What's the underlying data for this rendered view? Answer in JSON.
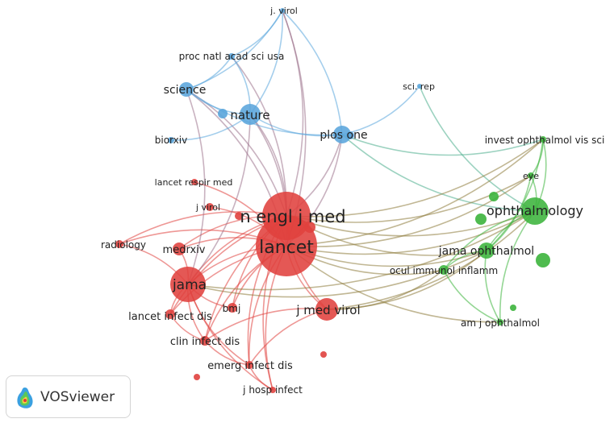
{
  "app": {
    "brand": "VOSviewer"
  },
  "colors": {
    "red": "#e0413e",
    "blue": "#5aa5dc",
    "green": "#3cb43c"
  },
  "nodes": [
    {
      "id": "lancet",
      "label": "lancet",
      "cluster": "red"
    },
    {
      "id": "nejm",
      "label": "n engl j med",
      "cluster": "red"
    },
    {
      "id": "jama",
      "label": "jama",
      "cluster": "red"
    },
    {
      "id": "jmedvirol",
      "label": "j med virol",
      "cluster": "red"
    },
    {
      "id": "lancetrespir",
      "label": "lancet respir med",
      "cluster": "red"
    },
    {
      "id": "jvirol_red",
      "label": "j virol",
      "cluster": "red"
    },
    {
      "id": "radiology",
      "label": "radiology",
      "cluster": "red"
    },
    {
      "id": "medrxiv",
      "label": "medrxiv",
      "cluster": "red"
    },
    {
      "id": "lancetinfect",
      "label": "lancet infect dis",
      "cluster": "red"
    },
    {
      "id": "bmj",
      "label": "bmj",
      "cluster": "red"
    },
    {
      "id": "clininfect",
      "label": "clin infect dis",
      "cluster": "red"
    },
    {
      "id": "emerginfect",
      "label": "emerg infect dis",
      "cluster": "red"
    },
    {
      "id": "jhosp",
      "label": "j hosp infect",
      "cluster": "red"
    },
    {
      "id": "jvirol_blue",
      "label": "j. virol",
      "cluster": "blue"
    },
    {
      "id": "pnas",
      "label": "proc natl acad sci usa",
      "cluster": "blue"
    },
    {
      "id": "science",
      "label": "science",
      "cluster": "blue"
    },
    {
      "id": "nature",
      "label": "nature",
      "cluster": "blue"
    },
    {
      "id": "biorxiv",
      "label": "biorxiv",
      "cluster": "blue"
    },
    {
      "id": "plosone",
      "label": "plos one",
      "cluster": "blue"
    },
    {
      "id": "scirep",
      "label": "sci. rep",
      "cluster": "blue"
    },
    {
      "id": "iovs",
      "label": "invest ophthalmol vis sci",
      "cluster": "green"
    },
    {
      "id": "eye",
      "label": "eye",
      "cluster": "green"
    },
    {
      "id": "ophthalmology",
      "label": "ophthalmology",
      "cluster": "green"
    },
    {
      "id": "jamaophth",
      "label": "jama ophthalmol",
      "cluster": "green"
    },
    {
      "id": "ocul",
      "label": "ocul immunol inflamm",
      "cluster": "green"
    },
    {
      "id": "ajo",
      "label": "am j ophthalmol",
      "cluster": "green"
    }
  ]
}
